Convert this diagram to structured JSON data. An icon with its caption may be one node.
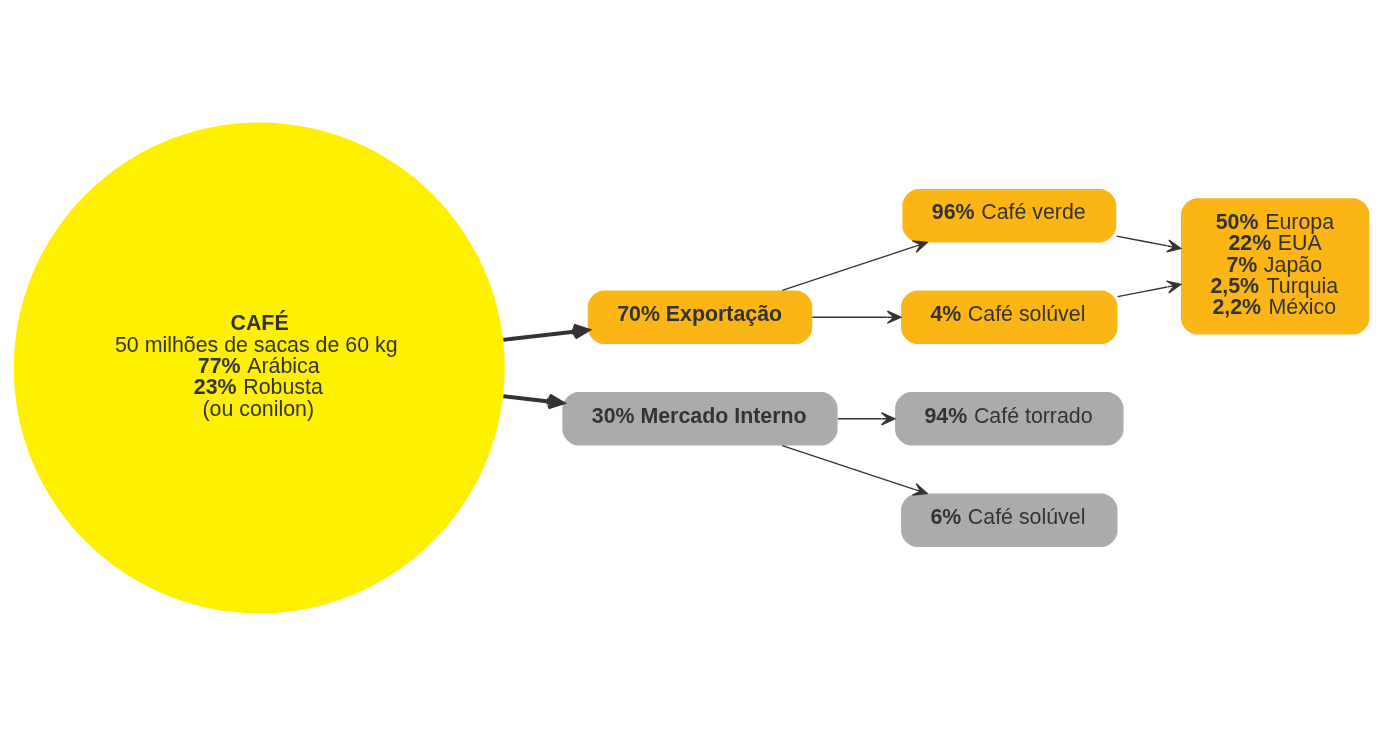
{
  "diagram": {
    "nodes": [
      {
        "text": [
          "CAFÉ",
          "50 milhões de sacas de 60 kg",
          "**77%** Arábica",
          "**23%** Robusta",
          "(ou conilon)"
        ]
      },
      {
        "text": [
          "70% Exportação"
        ]
      },
      {
        "text": [
          "**96%** Café verde"
        ]
      },
      {
        "text": [
          "**4%** Café solúvel"
        ]
      },
      {
        "text": [
          "**50%** Europa",
          "**22%** EUA",
          "**7%** Japão",
          "**2,5%** Turquia",
          "**2,2%** México"
        ]
      },
      {
        "text": [
          "30% Mercado Interno"
        ]
      },
      {
        "text": [
          "**94%** Café torrado"
        ]
      },
      {
        "text": [
          "**6%** Café solúvel"
        ]
      }
    ],
    "edges": [
      {
        "from": 0,
        "to": 1,
        "arrow": "to",
        "style": "thick"
      },
      {
        "from": 0,
        "to": 5,
        "arrow": "to",
        "style": "thick"
      },
      {
        "from": 1,
        "to": 2,
        "arrow": "to"
      },
      {
        "from": 1,
        "to": 3,
        "arrow": "to"
      },
      {
        "from": 2,
        "to": 4,
        "arrow": "to"
      },
      {
        "from": 3,
        "to": 4,
        "arrow": "to"
      },
      {
        "from": 5,
        "to": 6,
        "arrow": "to"
      },
      {
        "from": 5,
        "to": 7,
        "arrow": "to"
      }
    ]
  }
}
